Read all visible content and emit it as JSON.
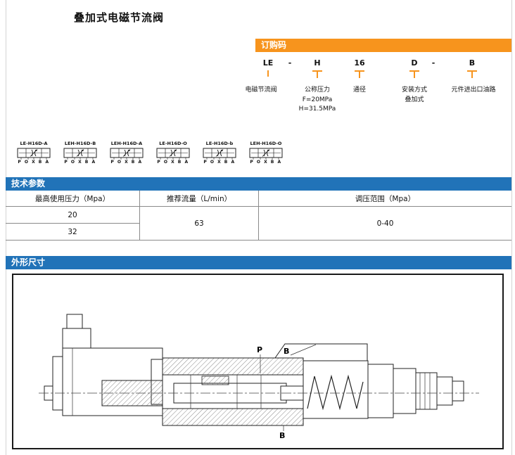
{
  "page": {
    "title": "叠加式电磁节流阀"
  },
  "colors": {
    "accent_orange": "#F7941D",
    "accent_blue": "#2173B8"
  },
  "order_code": {
    "header": "订购码",
    "codes": [
      "LE",
      "-",
      "H",
      "16",
      "D",
      "-",
      "B"
    ],
    "desc1": "电磁节流阀",
    "desc2_line1": "公称压力",
    "desc2_line2": "F=20MPa",
    "desc2_line3": "H=31.5MPa",
    "desc3": "通径",
    "desc4_line1": "安装方式",
    "desc4_line2": "叠加式",
    "desc5": "元件进出口油路"
  },
  "symbols": {
    "items": [
      {
        "label": "LE-H16D-A",
        "ports": "P O X B A"
      },
      {
        "label": "LEH-H16D-B",
        "ports": "P O X B A"
      },
      {
        "label": "LEH-H16D-A",
        "ports": "P O X B A"
      },
      {
        "label": "LE-H16D-O",
        "ports": "P O X B A"
      },
      {
        "label": "LE-H16D-b",
        "ports": "P O X B A"
      },
      {
        "label": "LEH-H16D-O",
        "ports": "P O X B A"
      }
    ]
  },
  "tech_params": {
    "header": "技术参数",
    "col1_header": "最高使用压力（Mpa）",
    "col2_header": "推荐流量（L/min）",
    "col3_header": "调压范围（Mpa）",
    "pressure_row1": "20",
    "pressure_row2": "32",
    "flow": "63",
    "range": "0-40"
  },
  "dimensions": {
    "header": "外形尺寸",
    "port_p": "P",
    "port_b_top": "B",
    "port_b_bottom": "B"
  }
}
